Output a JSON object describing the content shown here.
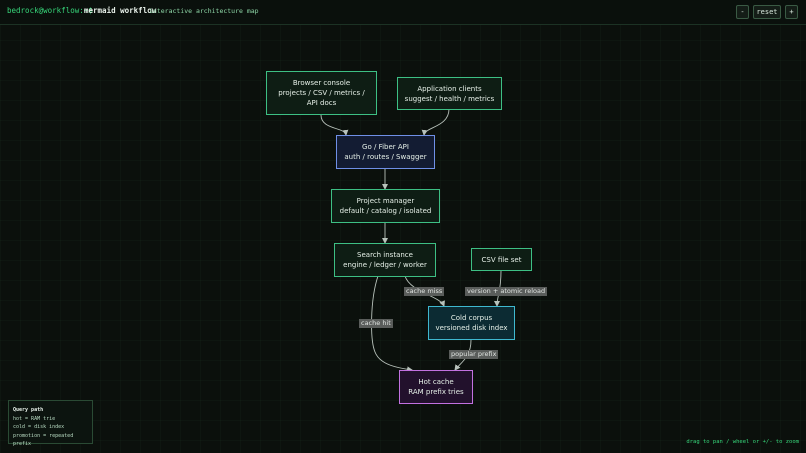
{
  "header": {
    "prompt": "bedrock@workflow:~$",
    "title": "mermaid workflow",
    "subtitle": "interactive architecture map"
  },
  "controls": {
    "zoom_out": "-",
    "reset": "reset",
    "zoom_in": "+"
  },
  "nodes": {
    "browser_console": {
      "line1": "Browser console",
      "line2": "projects / CSV / metrics /",
      "line3": "API docs"
    },
    "app_clients": {
      "line1": "Application clients",
      "line2": "suggest / health / metrics"
    },
    "api": {
      "line1": "Go / Fiber API",
      "line2": "auth / routes / Swagger"
    },
    "project_manager": {
      "line1": "Project manager",
      "line2": "default / catalog / isolated"
    },
    "search_instance": {
      "line1": "Search instance",
      "line2": "engine / ledger / worker"
    },
    "csv_file_set": {
      "line1": "CSV file set"
    },
    "cold_corpus": {
      "line1": "Cold corpus",
      "line2": "versioned disk index"
    },
    "hot_cache": {
      "line1": "Hot cache",
      "line2": "RAM prefix tries"
    }
  },
  "edge_labels": {
    "cache_miss": "cache miss",
    "version_reload": "version + atomic reload",
    "cache_hit": "cache hit",
    "popular_prefix": "popular prefix"
  },
  "legend": {
    "title": "Query path",
    "items": [
      "hot = RAM trie",
      "cold = disk index",
      "promotion = repeated prefix"
    ]
  },
  "hint": "drag to pan / wheel or +/- to zoom",
  "colors": {
    "accent": "#37d67a",
    "node_green": "#3dbf84",
    "node_blue": "#6f8fe6",
    "node_teal": "#3fb8cf",
    "node_purple": "#c271e0",
    "edge": "#b8c2bb"
  }
}
